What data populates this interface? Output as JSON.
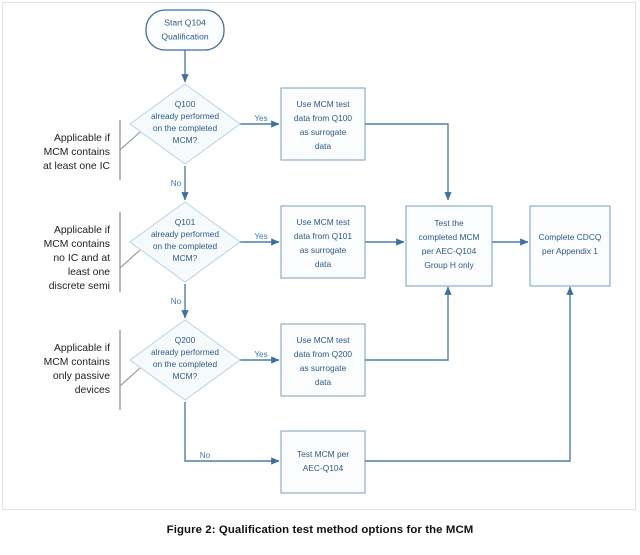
{
  "figure": {
    "caption": "Figure 2:  Qualification test method options for the MCM",
    "accent_color": "#4c7fae",
    "node_text_color": "#2e5b86",
    "edge_label_color": "#3d7ab5"
  },
  "nodes": {
    "start": {
      "line1": "Start Q104",
      "line2": "Qualification"
    },
    "decision_q100": {
      "line1": "Q100",
      "line2": "already performed",
      "line3": "on the completed",
      "line4": "MCM?"
    },
    "decision_q101": {
      "line1": "Q101",
      "line2": "already performed",
      "line3": "on the completed",
      "line4": "MCM?"
    },
    "decision_q200": {
      "line1": "Q200",
      "line2": "already performed",
      "line3": "on the completed",
      "line4": "MCM?"
    },
    "surrogate_q100": {
      "line1": "Use MCM test",
      "line2": "data from Q100",
      "line3": "as surrogate",
      "line4": "data"
    },
    "surrogate_q101": {
      "line1": "Use MCM test",
      "line2": "data from Q101",
      "line3": "as surrogate",
      "line4": "data"
    },
    "surrogate_q200": {
      "line1": "Use MCM test",
      "line2": "data from Q200",
      "line3": "as surrogate",
      "line4": "data"
    },
    "test_group_h": {
      "line1": "Test the",
      "line2": "completed MCM",
      "line3": "per AEC-Q104",
      "line4": "Group H only"
    },
    "complete_cdcq": {
      "line1": "Complete CDCQ",
      "line2": "per Appendix 1"
    },
    "test_mcm_full": {
      "line1": "Test MCM per",
      "line2": "AEC-Q104"
    }
  },
  "edge_labels": {
    "q100_yes": "Yes",
    "q100_no": "No",
    "q101_yes": "Yes",
    "q101_no": "No",
    "q200_yes": "Yes",
    "q200_no": "No"
  },
  "annotations": {
    "group_ic": {
      "line1": "Applicable if",
      "line2": "MCM contains",
      "line3": "at least one IC"
    },
    "group_discrete": {
      "line1": "Applicable if",
      "line2": "MCM contains",
      "line3": "no IC and at",
      "line4": "least one",
      "line5": "discrete semi"
    },
    "group_passive": {
      "line1": "Applicable if",
      "line2": "MCM contains",
      "line3": "only passive",
      "line4": "devices"
    }
  }
}
